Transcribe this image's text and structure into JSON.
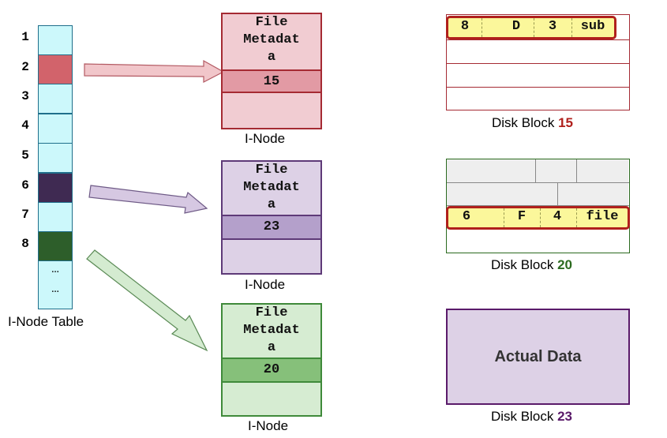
{
  "inode_table": {
    "row_labels": [
      "1",
      "2",
      "3",
      "4",
      "5",
      "6",
      "7",
      "8"
    ],
    "ellipsis": [
      "…",
      "…"
    ],
    "caption": "I-Node Table",
    "colors": {
      "empty": "#ccf8fb",
      "entry2": "#d2636b",
      "entry6": "#3f2a52",
      "entry8": "#2d5e2a"
    }
  },
  "inodes": [
    {
      "metadata_lines": [
        "File",
        "Metadat",
        "a"
      ],
      "pointer": "15",
      "caption": "I-Node",
      "colors": {
        "fill": "#f1ccd2",
        "border": "#a52a33",
        "pointer": "#e29aa4"
      }
    },
    {
      "metadata_lines": [
        "File",
        "Metadat",
        "a"
      ],
      "pointer": "23",
      "caption": "I-Node",
      "colors": {
        "fill": "#ddd1e6",
        "border": "#5e3a78",
        "pointer": "#b4a0cb"
      }
    },
    {
      "metadata_lines": [
        "File",
        "Metadat",
        "a"
      ],
      "pointer": "20",
      "caption": "I-Node",
      "colors": {
        "fill": "#d6ecd2",
        "border": "#3f8a3a",
        "pointer": "#86c07a"
      }
    }
  ],
  "disk_blocks": {
    "block15": {
      "entry": [
        "8",
        "D",
        "3",
        "sub"
      ],
      "caption": "Disk Block ",
      "number": "15",
      "number_color": "#b0201c"
    },
    "block20": {
      "entry": [
        "6",
        "F",
        "4",
        "file"
      ],
      "caption": "Disk Block ",
      "number": "20",
      "number_color": "#2b6a1f"
    },
    "block23": {
      "content": "Actual Data",
      "caption": "Disk Block ",
      "number": "23",
      "number_color": "#5a1a6a",
      "fill": "#ddd1e6",
      "border": "#5a1a6a"
    }
  }
}
